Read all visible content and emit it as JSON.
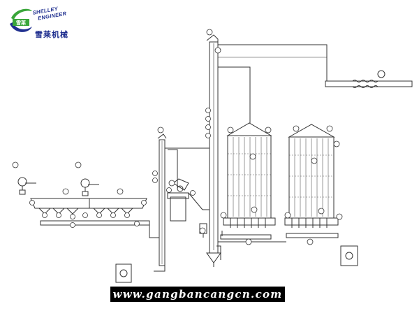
{
  "logo": {
    "en_line1": "SHELLEY",
    "en_line2": "ENGINEER",
    "cn": "雪莱机械",
    "mark": "雪莱",
    "colors": {
      "green": "#3aa63a",
      "blue": "#1f2f8f"
    }
  },
  "banner": {
    "text": "www.gangbancangcn.com"
  },
  "colors": {
    "line": "#333333",
    "background": "#ffffff",
    "banner": "#000000"
  }
}
